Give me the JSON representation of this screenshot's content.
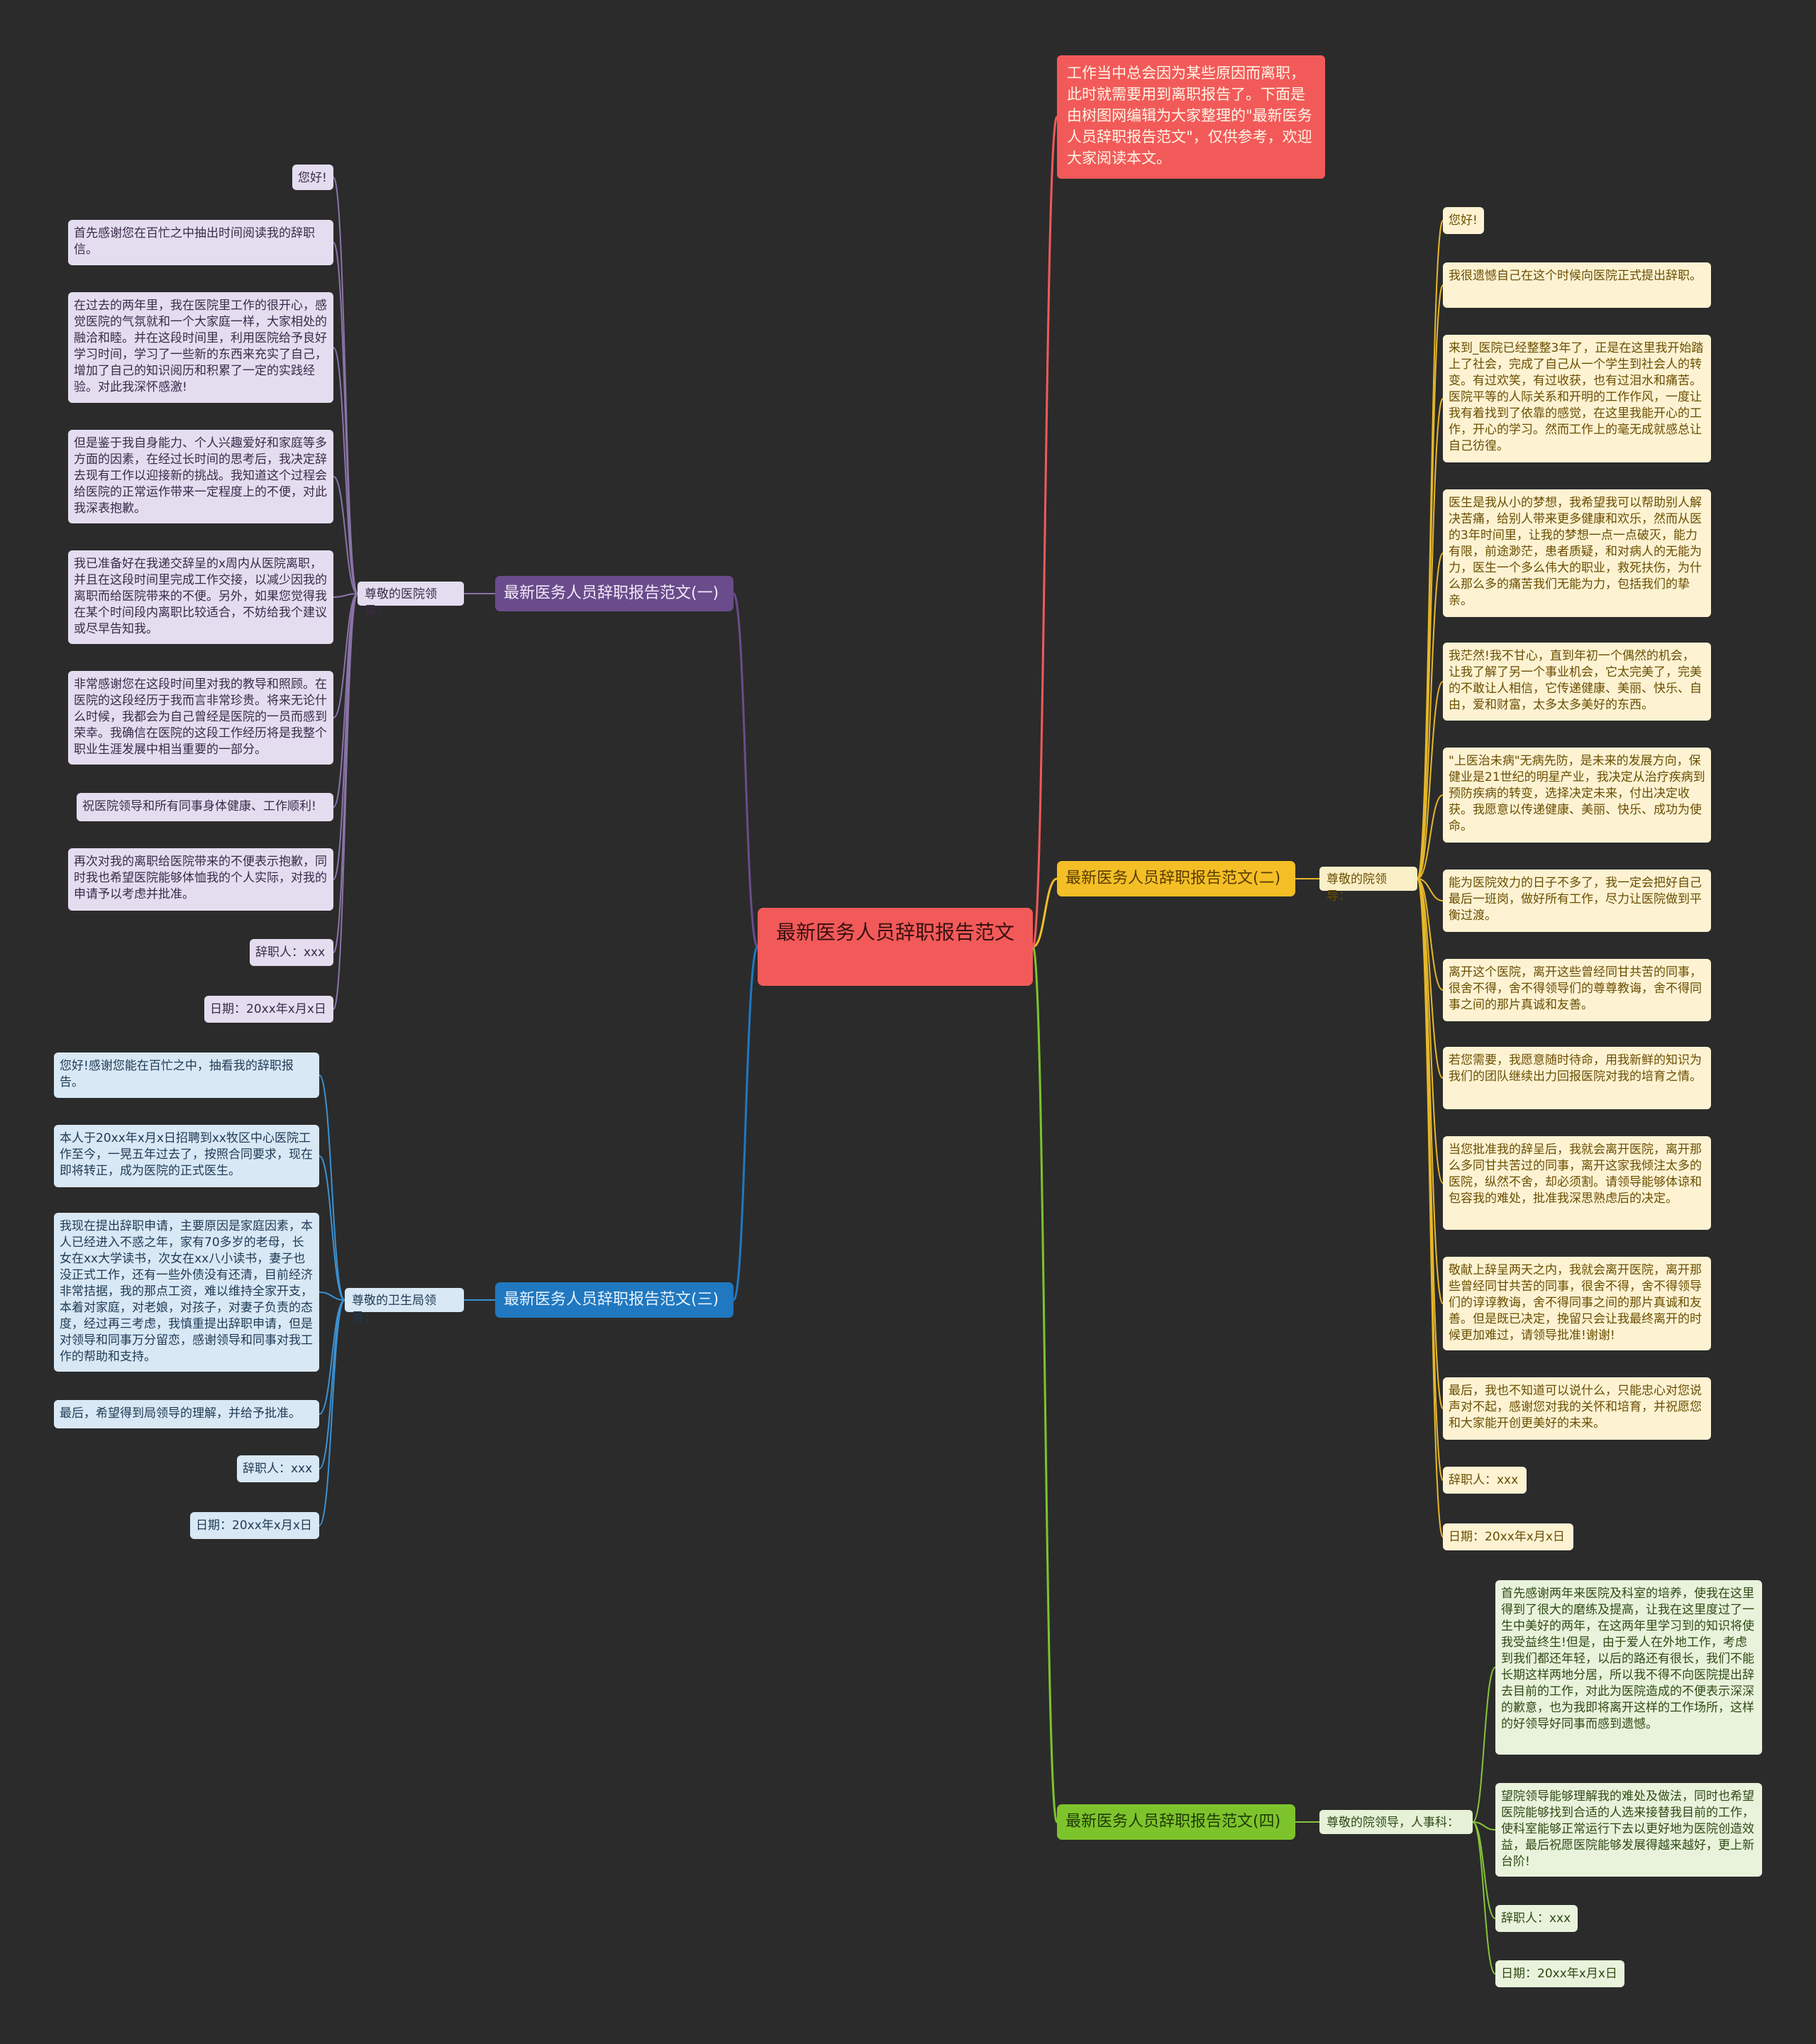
{
  "center": {
    "title": "最新医务人员辞职报告范文"
  },
  "intro": {
    "text": "工作当中总会因为某些原因而离职，此时就需要用到离职报告了。下面是由树图网编辑为大家整理的\"最新医务人员辞职报告范文\"，仅供参考，欢迎大家阅读本文。"
  },
  "colors": {
    "background": "#2b2b2b",
    "center": "#f25a59",
    "purple": "#6a4c8c",
    "blue": "#2078c0",
    "yellow": "#f4bf26",
    "green": "#7dc42c"
  },
  "branches": [
    {
      "title": "最新医务人员辞职报告范文(一)",
      "salutation": "尊敬的医院领导：",
      "leaves": [
        "您好!",
        "首先感谢您在百忙之中抽出时间阅读我的辞职信。",
        "在过去的两年里，我在医院里工作的很开心，感觉医院的气氛就和一个大家庭一样，大家相处的融洽和睦。并在这段时间里，利用医院给予良好学习时间，学习了一些新的东西来充实了自己，增加了自己的知识阅历和积累了一定的实践经验。对此我深怀感激!",
        "但是鉴于我自身能力、个人兴趣爱好和家庭等多方面的因素，在经过长时间的思考后，我决定辞去现有工作以迎接新的挑战。我知道这个过程会给医院的正常运作带来一定程度上的不便，对此我深表抱歉。",
        "我已准备好在我递交辞呈的x周内从医院离职，并且在这段时间里完成工作交接，以减少因我的离职而给医院带来的不便。另外，如果您觉得我在某个时间段内离职比较适合，不妨给我个建议或尽早告知我。",
        "非常感谢您在这段时间里对我的教导和照顾。在医院的这段经历于我而言非常珍贵。将来无论什么时候，我都会为自己曾经是医院的一员而感到荣幸。我确信在医院的这段工作经历将是我整个职业生涯发展中相当重要的一部分。",
        "祝医院领导和所有同事身体健康、工作顺利!",
        "再次对我的离职给医院带来的不便表示抱歉，同时我也希望医院能够体恤我的个人实际，对我的申请予以考虑并批准。",
        "辞职人：xxx",
        "日期：20xx年x月x日"
      ]
    },
    {
      "title": "最新医务人员辞职报告范文(三)",
      "salutation": "尊敬的卫生局领导：",
      "leaves": [
        "您好!感谢您能在百忙之中，抽看我的辞职报告。",
        "本人于20xx年x月x日招聘到xx牧区中心医院工作至今，一晃五年过去了，按照合同要求，现在即将转正，成为医院的正式医生。",
        "我现在提出辞职申请，主要原因是家庭因素，本人已经进入不惑之年，家有70多岁的老母，长女在xx大学读书，次女在xx八小读书，妻子也没正式工作，还有一些外债没有还清，目前经济非常拮据，我的那点工资，难以维持全家开支，本着对家庭，对老娘，对孩子，对妻子负责的态度，经过再三考虑，我慎重提出辞职申请，但是对领导和同事万分留恋，感谢领导和同事对我工作的帮助和支持。",
        "最后，希望得到局领导的理解，并给予批准。",
        "辞职人：xxx",
        "日期：20xx年x月x日"
      ]
    },
    {
      "title": "最新医务人员辞职报告范文(二)",
      "salutation": "尊敬的院领导：",
      "leaves": [
        "您好!",
        "我很遗憾自己在这个时候向医院正式提出辞职。",
        "来到_医院已经整整3年了，正是在这里我开始踏上了社会，完成了自己从一个学生到社会人的转变。有过欢笑，有过收获，也有过泪水和痛苦。医院平等的人际关系和开明的工作作风，一度让我有着找到了依靠的感觉，在这里我能开心的工作，开心的学习。然而工作上的毫无成就感总让自己彷徨。",
        "医生是我从小的梦想，我希望我可以帮助别人解决苦痛，给别人带来更多健康和欢乐，然而从医的3年时间里，让我的梦想一点一点破灭，能力有限，前途渺茫，患者质疑，和对病人的无能为力，医生一个多么伟大的职业，救死扶伤，为什么那么多的痛苦我们无能为力，包括我们的挚亲。",
        "我茫然!我不甘心，直到年初一个偶然的机会，让我了解了另一个事业机会，它太完美了，完美的不敢让人相信，它传递健康、美丽、快乐、自由，爱和财富，太多太多美好的东西。",
        "\"上医治未病\"无病先防，是未来的发展方向，保健业是21世纪的明星产业，我决定从治疗疾病到预防疾病的转变，选择决定未来，付出决定收获。我愿意以传递健康、美丽、快乐、成功为使命。",
        "能为医院效力的日子不多了，我一定会把好自己最后一班岗，做好所有工作，尽力让医院做到平衡过渡。",
        "离开这个医院，离开这些曾经同甘共苦的同事，很舍不得，舍不得领导们的尊尊教诲，舍不得同事之间的那片真诚和友善。",
        "若您需要，我愿意随时待命，用我新鲜的知识为我们的团队继续出力回报医院对我的培育之情。",
        "当您批准我的辞呈后，我就会离开医院，离开那么多同甘共苦过的同事，离开这家我倾注太多的医院，纵然不舍，却必须割。请领导能够体谅和包容我的难处，批准我深思熟虑后的决定。",
        "敬献上辞呈两天之内，我就会离开医院，离开那些曾经同甘共苦的同事，很舍不得，舍不得领导们的谆谆教诲，舍不得同事之间的那片真诚和友善。但是既已决定，挽留只会让我最终离开的时候更加难过，请领导批准!谢谢!",
        "最后，我也不知道可以说什么，只能忠心对您说声对不起，感谢您对我的关怀和培育，并祝愿您和大家能开创更美好的未来。",
        "辞职人：xxx",
        "日期：20xx年x月x日"
      ]
    },
    {
      "title": "最新医务人员辞职报告范文(四)",
      "salutation": "尊敬的院领导，人事科：",
      "leaves": [
        "首先感谢两年来医院及科室的培养，使我在这里得到了很大的磨练及提高，让我在这里度过了一生中美好的两年，在这两年里学习到的知识将使我受益终生!但是，由于爱人在外地工作，考虑到我们都还年轻，以后的路还有很长，我们不能长期这样两地分居，所以我不得不向医院提出辞去目前的工作，对此为医院造成的不便表示深深的歉意，也为我即将离开这样的工作场所，这样的好领导好同事而感到遗憾。",
        "望院领导能够理解我的难处及做法，同时也希望医院能够找到合适的人选来接替我目前的工作，使科室能够正常运行下去以更好地为医院创造效益，最后祝愿医院能够发展得越来越好，更上新台阶!",
        "辞职人：xxx",
        "日期：20xx年x月x日"
      ]
    }
  ]
}
